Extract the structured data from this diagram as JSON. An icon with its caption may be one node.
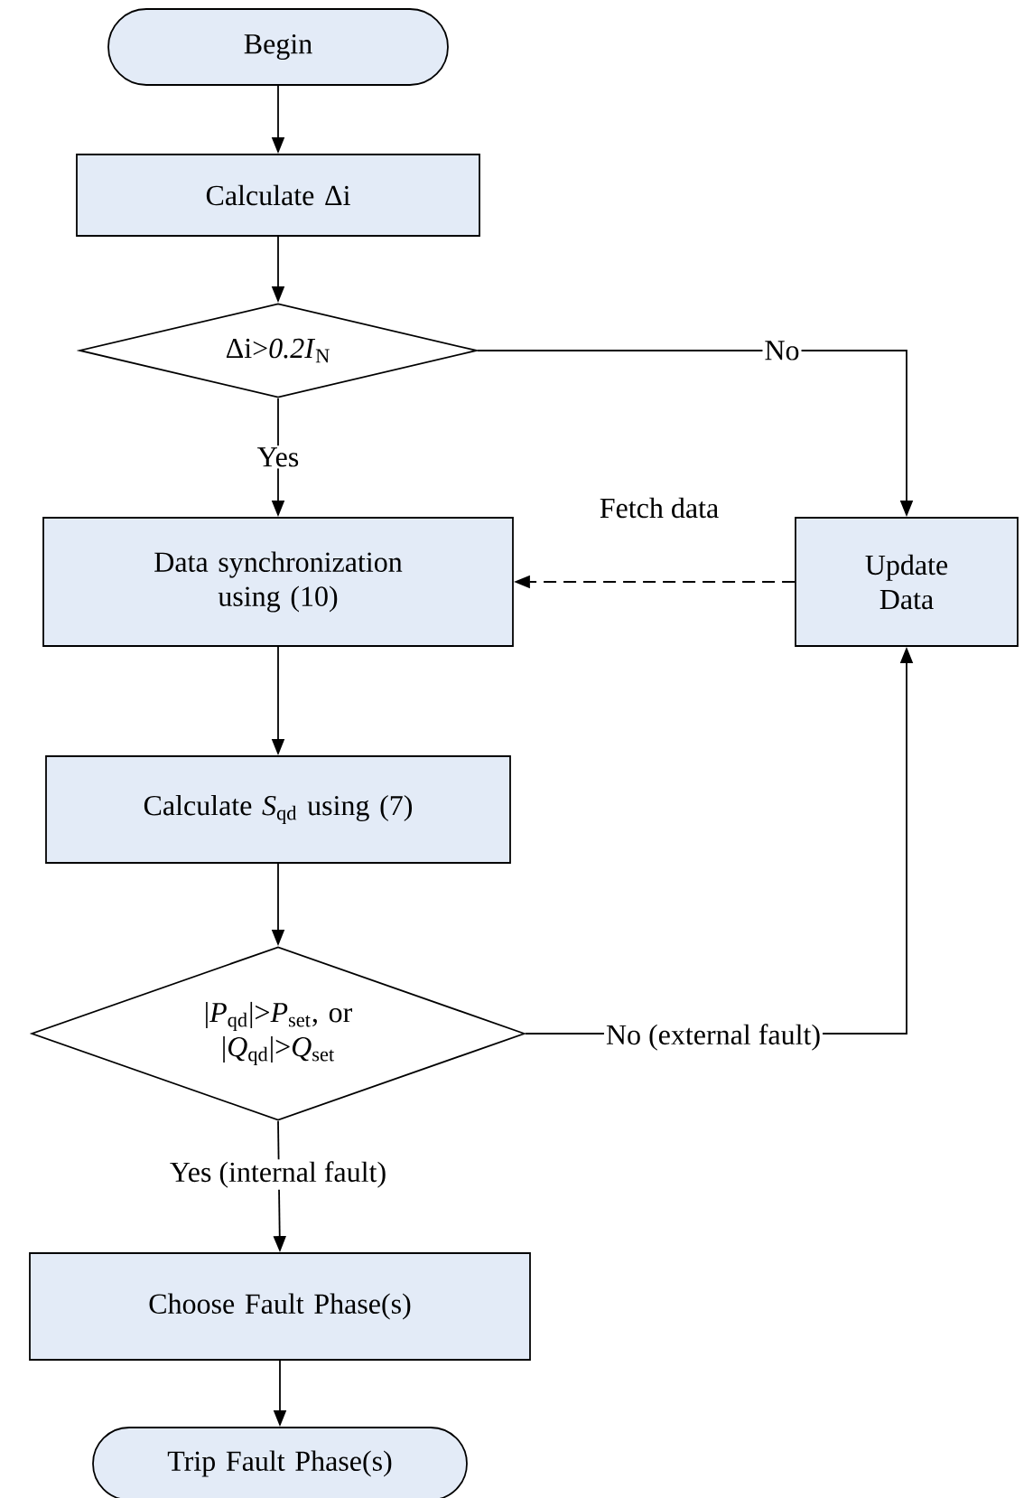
{
  "diagram": {
    "nodes": [
      {
        "text": [
          "Begin"
        ]
      },
      {
        "text": [
          "Calculate Δi"
        ]
      },
      {
        "text": [
          "Δi>*0.2I*$_{N}$"
        ]
      },
      {
        "text": [
          "Data synchronization using (10)"
        ]
      },
      {
        "text": [
          "Update Data"
        ]
      },
      {
        "text": [
          "Calculate *S*$_{qd}$ using (7)"
        ]
      },
      {
        "text": [
          "|*P*$_{qd}$|>*P*$_{set}$, or |*Q*$_{qd}$|>*Q*$_{set}$"
        ]
      },
      {
        "text": [
          "Choose Fault Phase(s)"
        ]
      },
      {
        "text": [
          "Trip Fault Phase(s)"
        ]
      }
    ],
    "edges": [
      {
        "from": 0,
        "to": 1,
        "arrow": "to"
      },
      {
        "from": 1,
        "to": 2,
        "arrow": "to"
      },
      {
        "from": 2,
        "to": 3,
        "arrow": "to",
        "label": "Yes"
      },
      {
        "from": 2,
        "to": 4,
        "arrow": "to",
        "label": "No"
      },
      {
        "from": 4,
        "to": 3,
        "arrow": "to",
        "label": "Fetch data",
        "style": "dashed"
      },
      {
        "from": 3,
        "to": 5,
        "arrow": "to"
      },
      {
        "from": 5,
        "to": 6,
        "arrow": "to"
      },
      {
        "from": 6,
        "to": 4,
        "arrow": "to",
        "label": "No (external fault)"
      },
      {
        "from": 6,
        "to": 7,
        "arrow": "to",
        "label": "Yes (internal fault)"
      },
      {
        "from": 7,
        "to": 8,
        "arrow": "to"
      }
    ]
  }
}
